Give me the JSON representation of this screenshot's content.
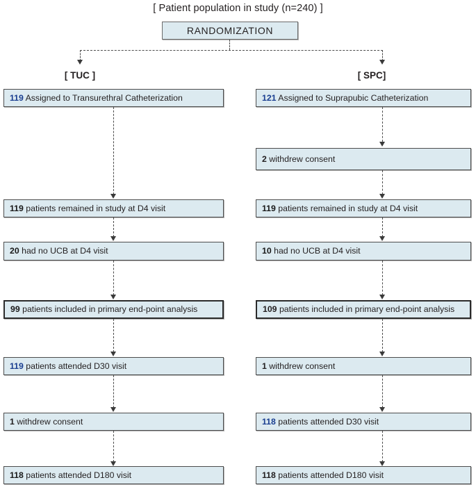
{
  "diagram": {
    "title": "[ Patient population in study (n=240) ]",
    "randomization_label": "RANDOMIZATION",
    "arm_labels": {
      "left": "[ TUC ]",
      "right": "[ SPC]"
    },
    "colors": {
      "box_fill": "#dceaf0",
      "box_border": "#4c4c4c",
      "emphasis_border": "#2b2b2b",
      "highlight_number": "#1b3f91",
      "text": "#231f20",
      "connector": "#4a4a4a"
    }
  },
  "left_arm": {
    "name": "TUC",
    "steps": [
      {
        "number": "119",
        "number_style": "blue",
        "text": " Assigned to Transurethral Catheterization",
        "emphasis": false
      },
      {
        "number": "119",
        "number_style": "dark",
        "text": " patients remained in study at D4 visit",
        "emphasis": false
      },
      {
        "number": "20",
        "number_style": "dark",
        "text": " had no UCB at D4 visit",
        "emphasis": false
      },
      {
        "number": "99",
        "number_style": "dark",
        "text": " patients included in primary end-point analysis",
        "emphasis": true
      },
      {
        "number": "119",
        "number_style": "blue",
        "text": " patients attended D30 visit",
        "emphasis": false
      },
      {
        "number": "1",
        "number_style": "plain",
        "text": " withdrew consent",
        "emphasis": false
      },
      {
        "number": "118",
        "number_style": "dark",
        "text": " patients attended D180 visit",
        "emphasis": false
      }
    ]
  },
  "right_arm": {
    "name": "SPC",
    "steps": [
      {
        "number": "121",
        "number_style": "blue",
        "text": " Assigned to Suprapubic Catheterization",
        "emphasis": false
      },
      {
        "number": "2",
        "number_style": "plain",
        "text": " withdrew consent",
        "emphasis": false
      },
      {
        "number": "119",
        "number_style": "dark",
        "text": " patients remained in study at D4 visit",
        "emphasis": false
      },
      {
        "number": "10",
        "number_style": "dark",
        "text": " had no UCB at D4 visit",
        "emphasis": false
      },
      {
        "number": "109",
        "number_style": "plain",
        "text": " patients included in primary end-point analysis",
        "emphasis": true
      },
      {
        "number": "1",
        "number_style": "plain",
        "text": " withdrew consent",
        "emphasis": false
      },
      {
        "number": "118",
        "number_style": "blue",
        "text": " patients attended D30 visit",
        "emphasis": false
      },
      {
        "number": "118",
        "number_style": "plain",
        "text": " patients attended D180 visit",
        "emphasis": false
      }
    ]
  }
}
